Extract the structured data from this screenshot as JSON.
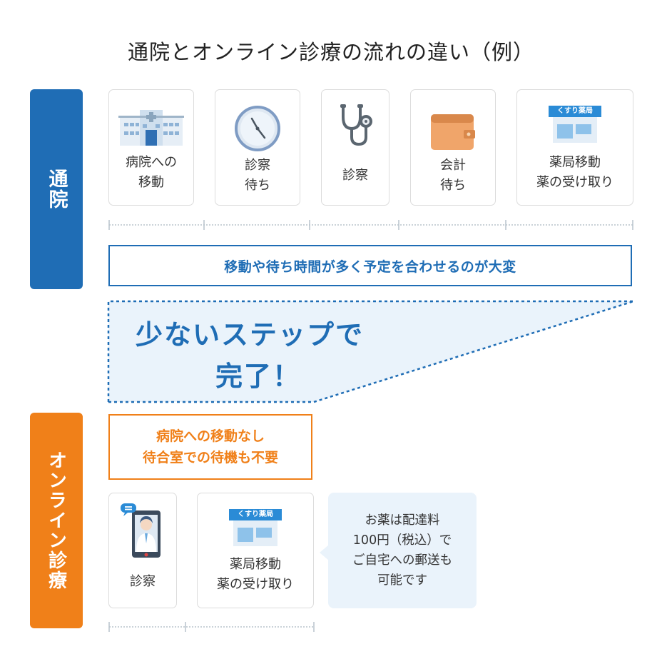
{
  "title": "通院とオンライン診療の流れの違い（例）",
  "visit_section": {
    "label": "通院",
    "steps": [
      {
        "icon": "hospital-icon",
        "lines": [
          "病院への",
          "移動"
        ]
      },
      {
        "icon": "clock-icon",
        "lines": [
          "診察",
          "待ち"
        ]
      },
      {
        "icon": "stethoscope-icon",
        "lines": [
          "診察"
        ]
      },
      {
        "icon": "wallet-icon",
        "lines": [
          "会計",
          "待ち"
        ]
      },
      {
        "icon": "pharmacy-icon",
        "sign": "くすり薬局",
        "lines": [
          "薬局移動",
          "薬の受け取り"
        ]
      }
    ],
    "banner": "移動や待ち時間が多く予定を合わせるのが大変"
  },
  "callout": {
    "line1": "少ないステップで",
    "line2": "完了！"
  },
  "online_section": {
    "label": "オンライン診療",
    "banner_lines": [
      "病院への移動なし",
      "待合室での待機も不要"
    ],
    "steps": [
      {
        "icon": "doctor-video-call-icon",
        "lines": [
          "診察"
        ]
      },
      {
        "icon": "pharmacy-icon",
        "sign": "くすり薬局",
        "lines": [
          "薬局移動",
          "薬の受け取り"
        ]
      }
    ],
    "note_lines": [
      "お薬は配達料",
      "100円（税込）で",
      "ご自宅への郵送も",
      "可能です"
    ]
  },
  "colors": {
    "blue": "#1f6db5",
    "orange": "#f08019",
    "light_blue": "#eaf3fb"
  }
}
